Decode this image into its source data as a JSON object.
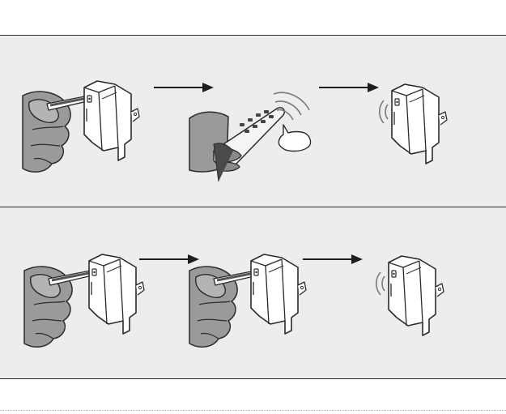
{
  "colors": {
    "panel_bg": "#ededed",
    "line": "#2b2b2b",
    "hand_fill": "#9a9a9a",
    "hand_dark": "#6f6f6f",
    "device_fill": "#ffffff",
    "remote_fill": "#f4f4f4",
    "signal": "#7a7a7a"
  },
  "icons": {
    "hand_pen": "hand-holding-pen-icon",
    "device": "plug-in-switch-module-icon",
    "remote": "hand-holding-remote-icon",
    "speech": "speech-bubble-icon",
    "signal": "radio-signal-icon",
    "arrow": "right-arrow-icon"
  },
  "rows": [
    {
      "steps": [
        "press-button-on-device",
        "press-button-on-remote",
        "device-signals-confirmation"
      ]
    },
    {
      "steps": [
        "press-button-on-device",
        "press-button-on-device-again",
        "device-signals-confirmation"
      ]
    }
  ]
}
